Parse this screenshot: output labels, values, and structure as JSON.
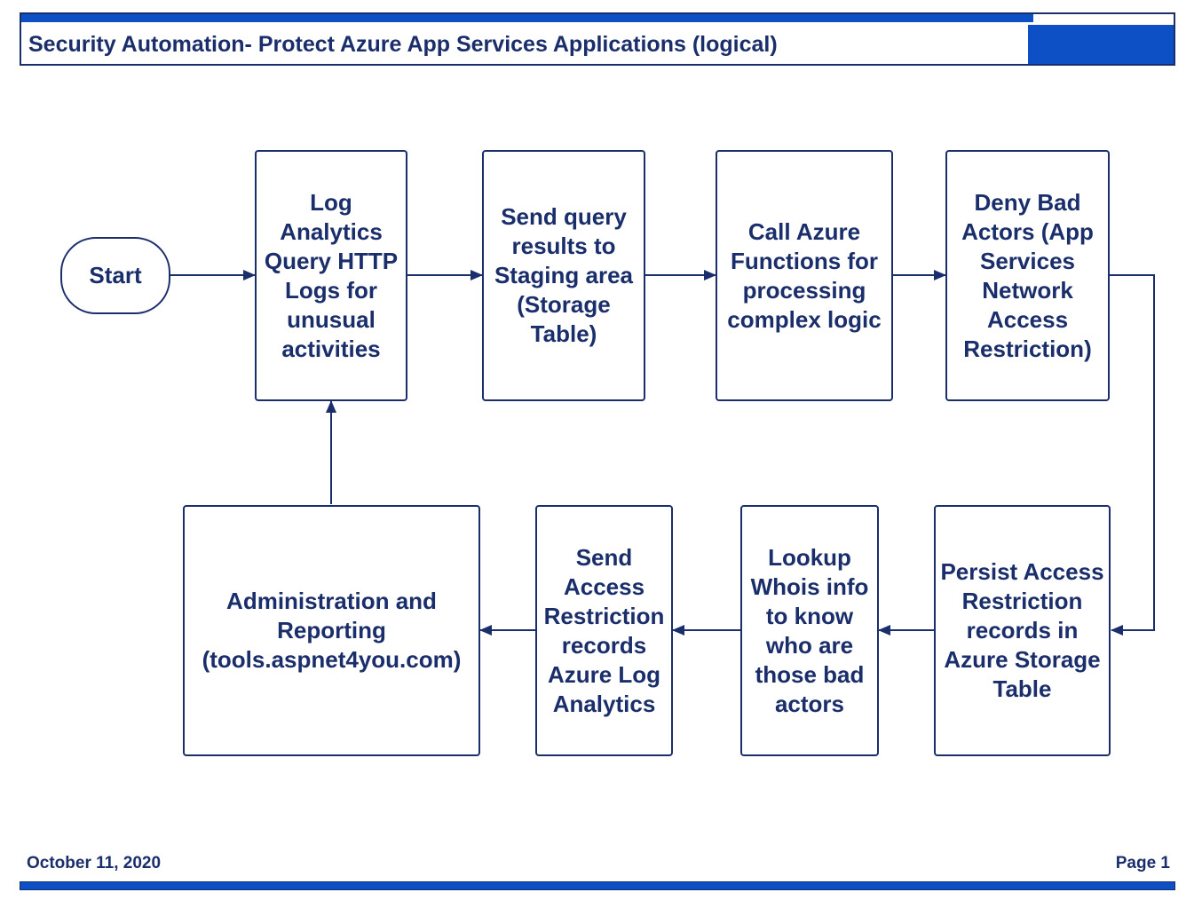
{
  "header": {
    "title": "Security Automation- Protect Azure App Services Applications (logical)"
  },
  "footer": {
    "date": "October 11, 2020",
    "page": "Page 1"
  },
  "nodes": {
    "start": "Start",
    "log_analytics": "Log Analytics Query HTTP Logs for unusual activities",
    "send_query": "Send query results to Staging area (Storage Table)",
    "call_functions": "Call Azure Functions for processing complex logic",
    "deny_bad_actors": "Deny Bad Actors (App Services Network Access Restriction)",
    "persist_records": "Persist Access Restriction records in Azure Storage Table",
    "lookup_whois": "Lookup Whois info to know who are those bad actors",
    "send_records": "Send Access Restriction records Azure Log Analytics",
    "admin_reporting": "Administration and Reporting (tools.aspnet4you.com)"
  },
  "colors": {
    "ink": "#1a2e6b",
    "accent": "#0d4fc4"
  }
}
